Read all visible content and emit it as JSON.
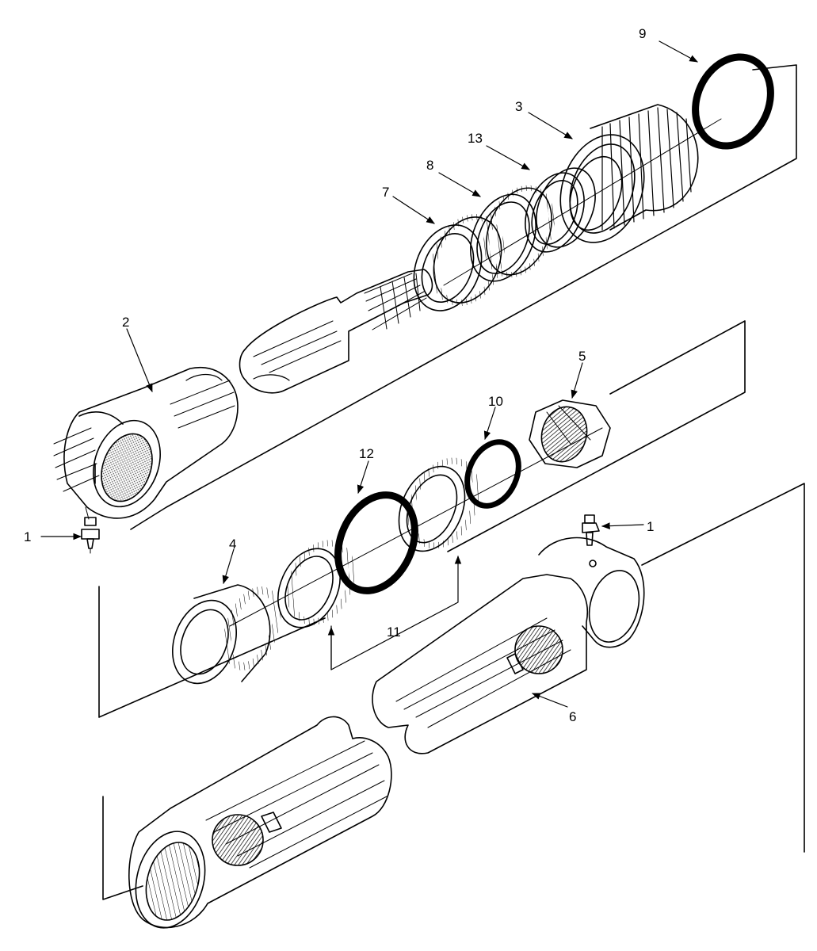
{
  "callouts": {
    "c1_left": "1",
    "c1_right": "1",
    "c2": "2",
    "c3": "3",
    "c4": "4",
    "c5": "5",
    "c6": "6",
    "c7": "7",
    "c8": "8",
    "c9": "9",
    "c10": "10",
    "c11": "11",
    "c12": "12",
    "c13": "13"
  }
}
